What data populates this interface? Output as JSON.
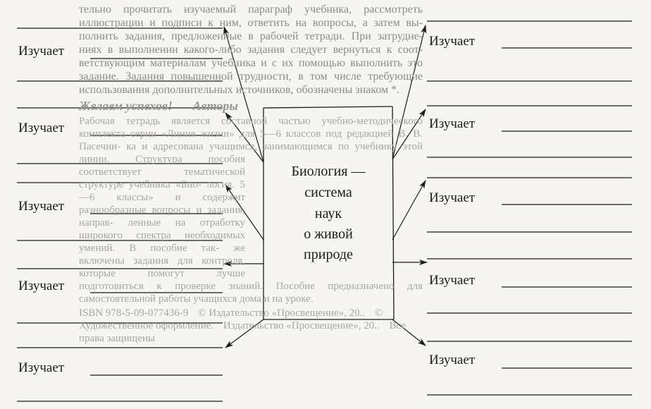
{
  "background_text": {
    "paragraph": [
      "тельно прочитать изучаемый параграф учебника, рассмотреть",
      "иллюстрации и подписи к ним, ответить на вопросы, а затем вы-",
      "полнить задания, предложенные в рабочей тетради. При затрудне-",
      "ниях в выполнении какого-либо задания следует вернуться к соот-",
      "ветствующим материалам учебника и с их помощью выполнить это",
      "задание. Задания повышенной трудности, в том числе требующие",
      "использования дополнительных источников, обозначены знаком *."
    ],
    "wish": "Желаем успехов!",
    "authors": "Авторы",
    "annotation": [
      "Рабочая тетрадь является составной частью учебно-методического",
      "комплекта серии «Линия жизни» для 5—6 классов под редакцией В. В. Пасечни-",
      "ка и адресована учащимся, занимающимся по учебнику этой линии.",
      "Структура пособия соответствует тематической структуре учебника «Био-",
      "логия. 5—6 классы» и содержит разнообразные вопросы и задания, направ-",
      "ленные на отработку широкого спектра необходимых умений. В пособие так-",
      "же включены задания для контроля, которые помогут лучше подготовиться",
      "к проверке знаний.",
      "Пособие предназначено для самостоятельной работы учащихся дома и",
      "на уроке."
    ],
    "isbn": "ISBN 978-5-09-077436-9",
    "copyright": [
      "© Издательство «Просвещение», 20..",
      "© Художественное оформление.",
      "Издательство «Просвещение», 20..",
      "Все права защищены"
    ]
  },
  "diagram": {
    "center": [
      "Биология —",
      "система",
      "наук",
      "о живой",
      "природе"
    ],
    "label": "Изучает"
  }
}
